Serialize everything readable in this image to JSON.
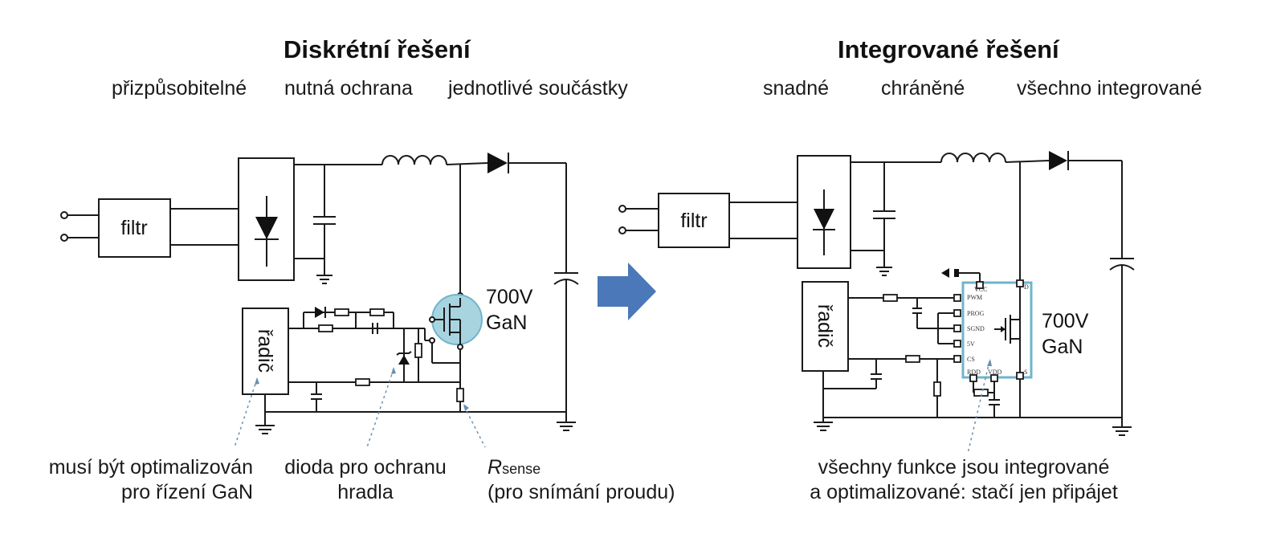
{
  "left": {
    "title": "Diskrétní řešení",
    "features": [
      "přizpůsobitelné",
      "nutná ochrana",
      "jednotlivé součástky"
    ],
    "filter_label": "filtr",
    "driver_label": "řadič",
    "transistor_voltage": "700V",
    "transistor_type": "GaN",
    "notes": {
      "driver_line1": "musí být optimalizován",
      "driver_line2": "pro řízení GaN",
      "diode_line1": "dioda pro ochranu",
      "diode_line2": "hradla",
      "rsense_symbol": "R",
      "rsense_subscript": "sense",
      "rsense_line2": "(pro snímání proudu)"
    }
  },
  "right": {
    "title": "Integrované řešení",
    "features": [
      "snadné",
      "chráněné",
      "všechno integrované"
    ],
    "filter_label": "filtr",
    "driver_label": "řadič",
    "transistor_voltage": "700V",
    "transistor_type": "GaN",
    "chip_pins": {
      "vcc": "VCC",
      "pwm": "PWM",
      "prog": "PROG",
      "sgnd": "SGND",
      "fiveV": "5V",
      "cs": "CS",
      "rdd": "RDD",
      "vdd": "VDD",
      "d": "D",
      "s": "S"
    },
    "notes": {
      "line1": "všechny funkce jsou integrované",
      "line2": "a optimalizované: stačí jen připájet"
    }
  },
  "colors": {
    "arrow": "#4a78b8",
    "gan_highlight": "#a8d4e0",
    "chip_outline": "#6fb4cc",
    "leader_line": "#6a8fb0"
  }
}
